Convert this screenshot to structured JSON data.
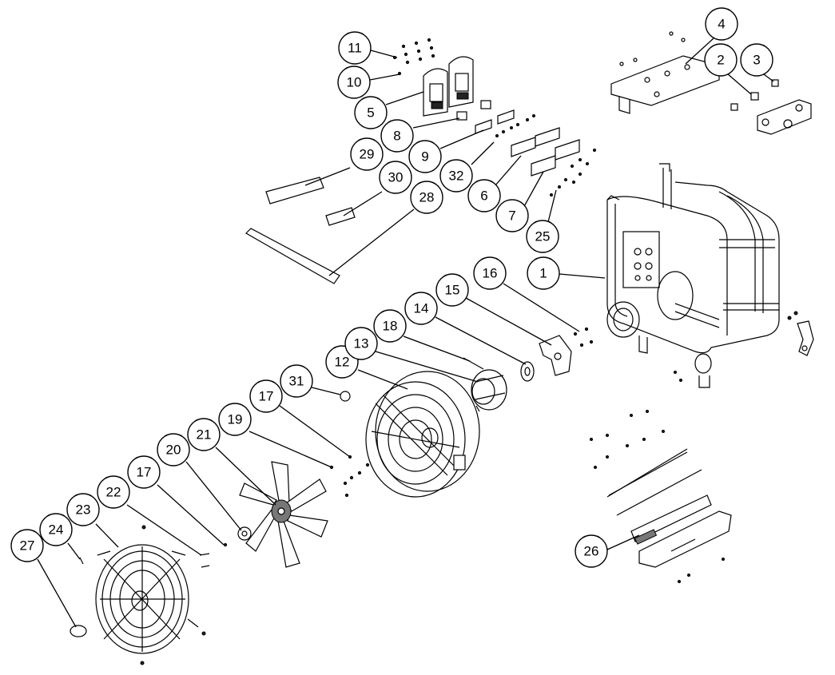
{
  "callouts": [
    {
      "label": "1"
    },
    {
      "label": "2"
    },
    {
      "label": "3"
    },
    {
      "label": "4"
    },
    {
      "label": "5"
    },
    {
      "label": "6"
    },
    {
      "label": "7"
    },
    {
      "label": "8"
    },
    {
      "label": "9"
    },
    {
      "label": "10"
    },
    {
      "label": "11"
    },
    {
      "label": "12"
    },
    {
      "label": "13"
    },
    {
      "label": "14"
    },
    {
      "label": "15"
    },
    {
      "label": "16"
    },
    {
      "label": "17"
    },
    {
      "label": "17"
    },
    {
      "label": "18"
    },
    {
      "label": "19"
    },
    {
      "label": "20"
    },
    {
      "label": "21"
    },
    {
      "label": "22"
    },
    {
      "label": "23"
    },
    {
      "label": "24"
    },
    {
      "label": "25"
    },
    {
      "label": "26"
    },
    {
      "label": "27"
    },
    {
      "label": "28"
    },
    {
      "label": "29"
    },
    {
      "label": "30"
    },
    {
      "label": "31"
    },
    {
      "label": "32"
    }
  ]
}
